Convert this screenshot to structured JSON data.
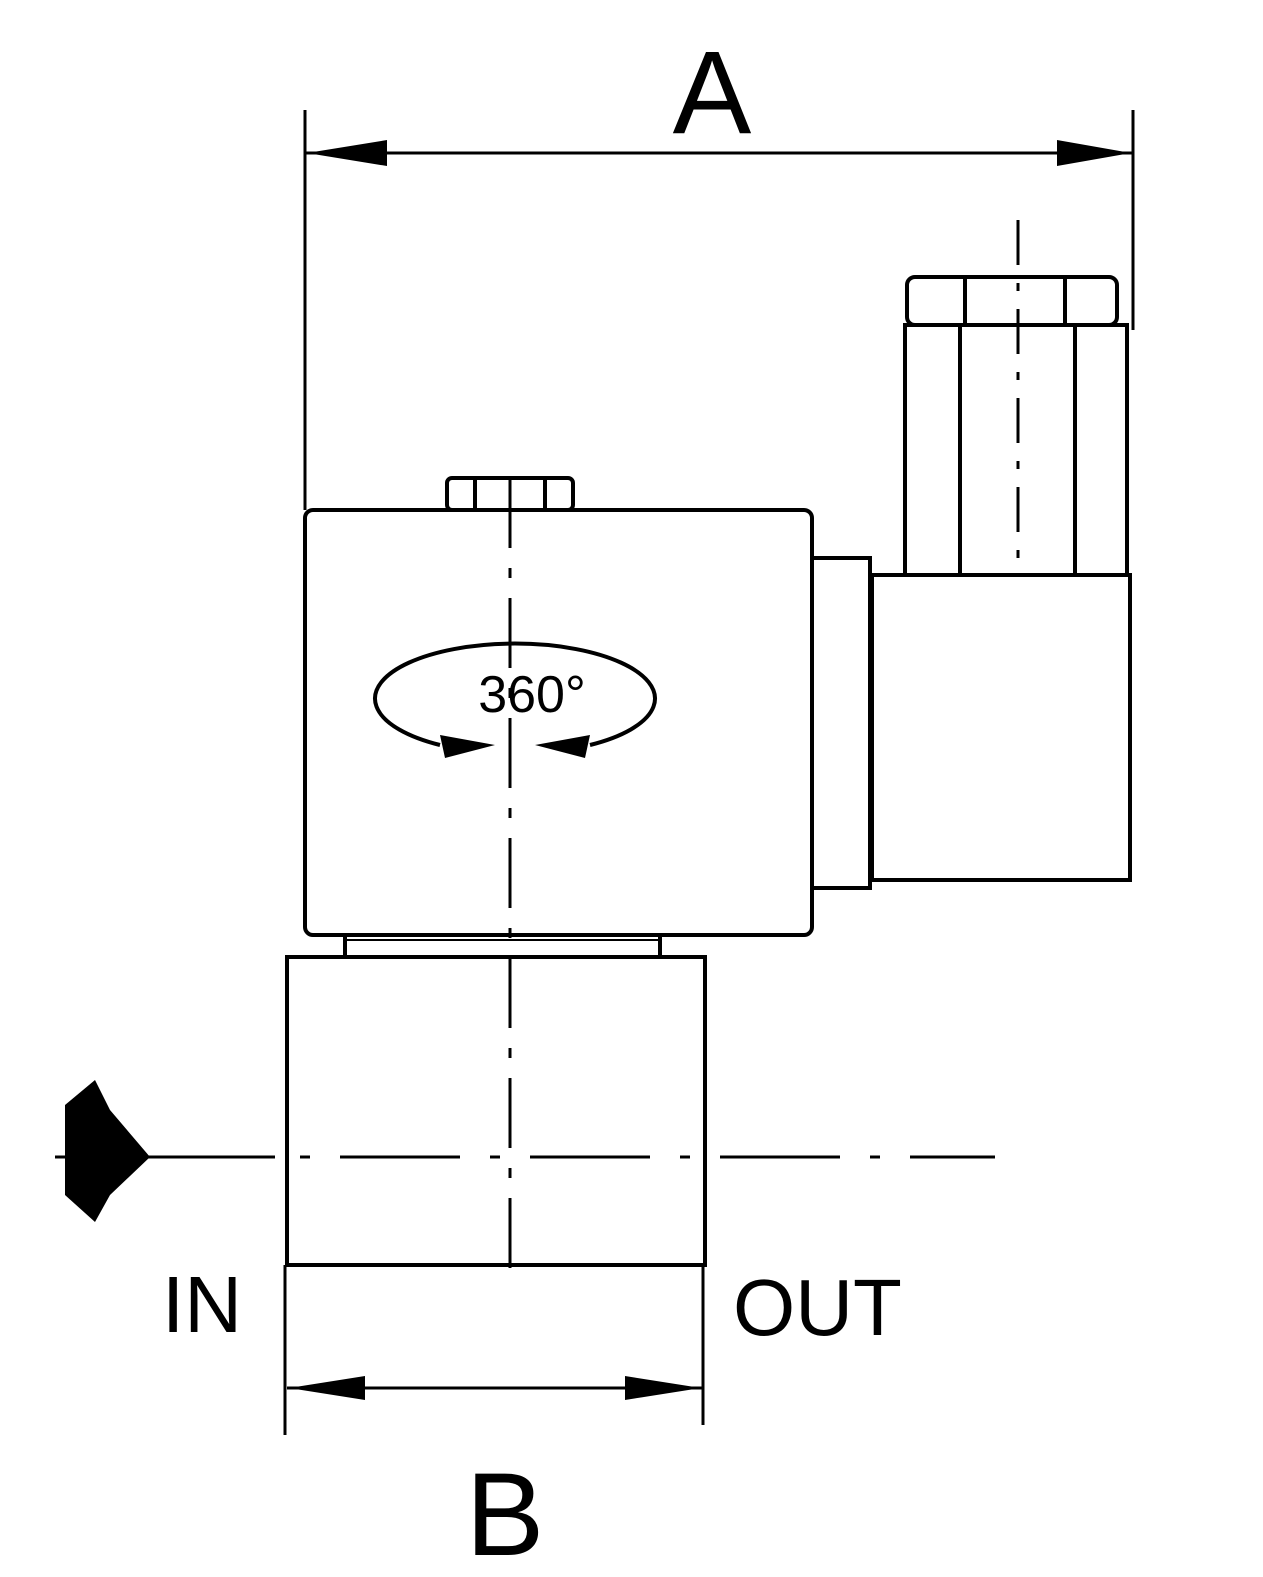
{
  "labels": {
    "dim_a": "A",
    "dim_b": "B",
    "rotation": "360°",
    "inlet": "IN",
    "outlet": "OUT"
  },
  "colors": {
    "line": "#000000",
    "background": "#ffffff"
  }
}
